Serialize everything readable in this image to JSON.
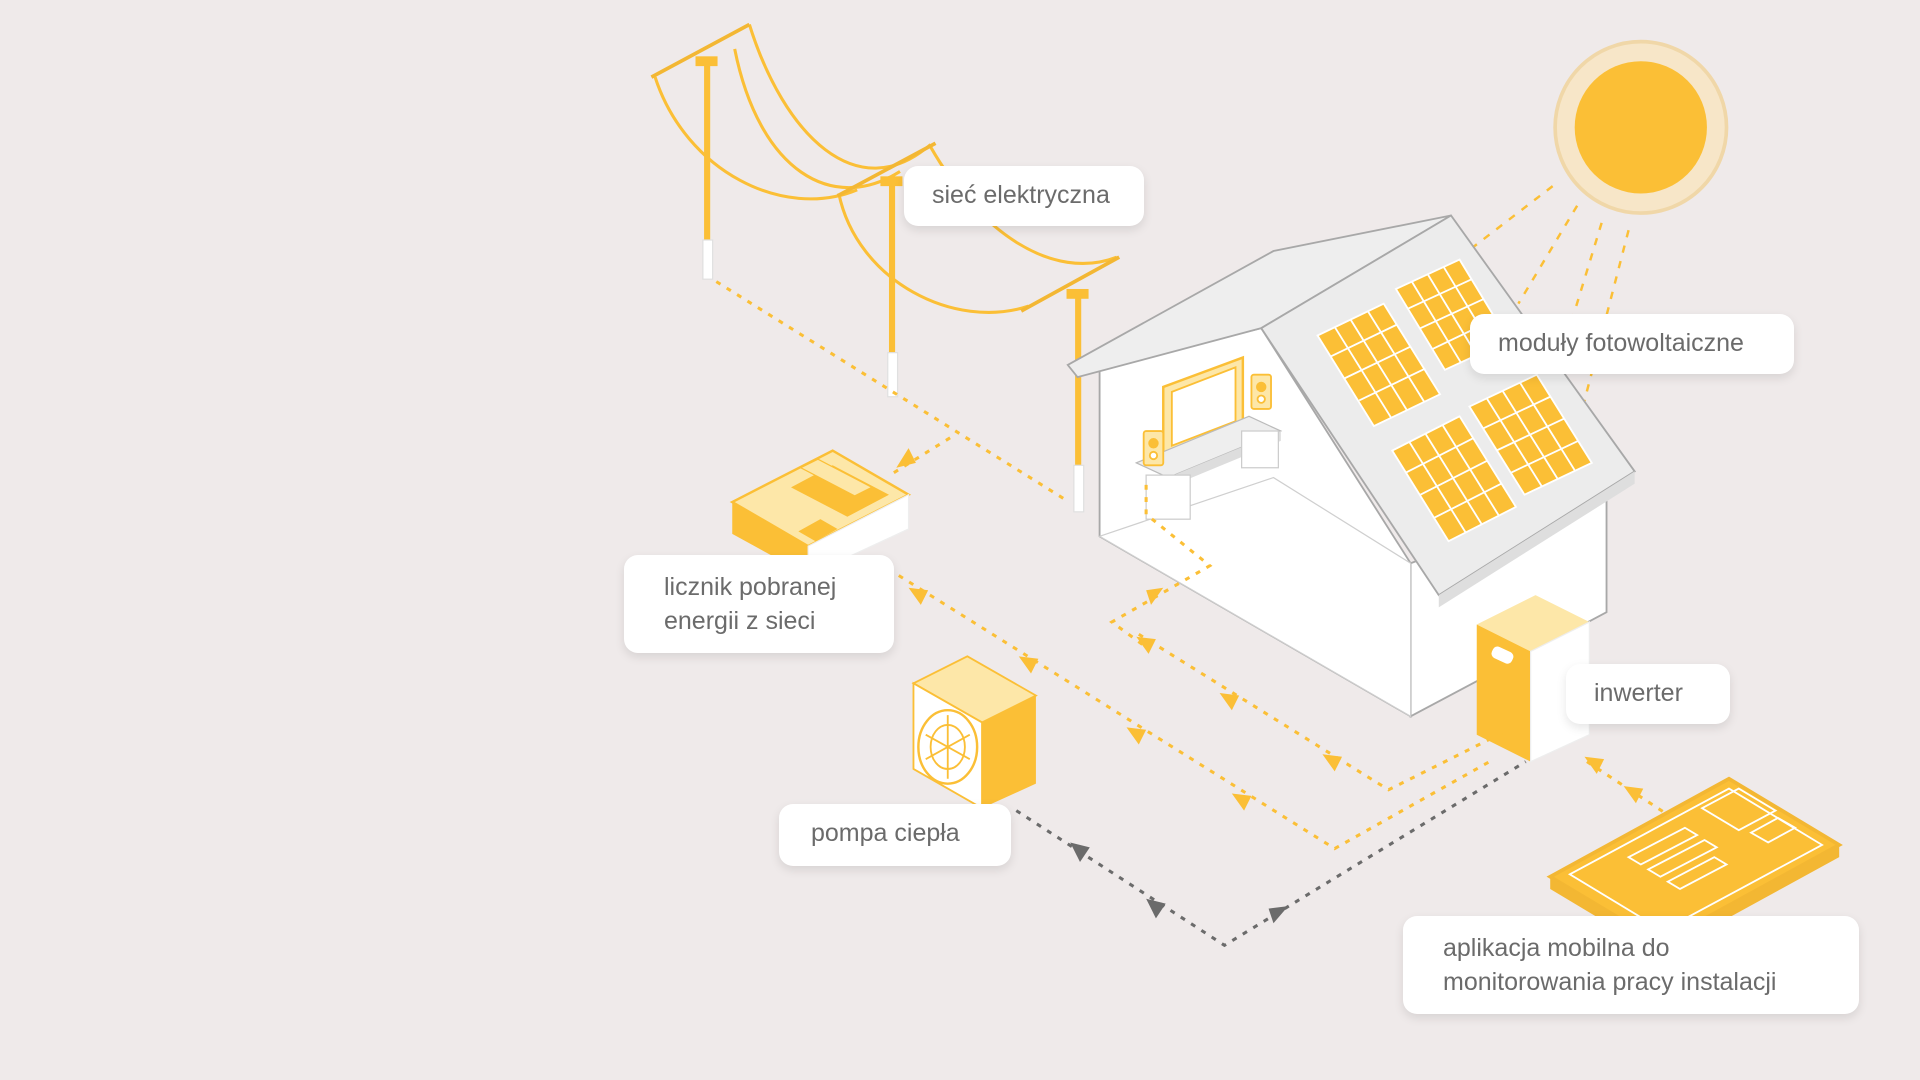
{
  "colors": {
    "background": "#efeaea",
    "accent": "#fbbf36",
    "accent_light": "#fde7a8",
    "outline": "#f3b733",
    "house_fill": "#ffffff",
    "house_stroke": "#9a9a9a",
    "roof": "#eeeeee",
    "dark_dots": "#6b6b6b",
    "label_text": "#6b6b6b"
  },
  "icons": {
    "sun": "sun-icon",
    "grid": "power-lines-icon",
    "meter": "energy-meter-icon",
    "heat_pump": "heat-pump-icon",
    "inverter": "inverter-icon",
    "phone": "mobile-phone-icon",
    "panels": "solar-panel-icon",
    "tv": "tv-icon",
    "speaker": "speaker-icon"
  },
  "labels": {
    "grid": "sieć elektryczna",
    "pv": "moduły fotowoltaiczne",
    "meter_line1": "licznik pobranej",
    "meter_line2": "energii z sieci",
    "inverter": "inwerter",
    "heat_pump": "pompa ciepła",
    "app_line1": "aplikacja mobilna do",
    "app_line2": "monitorowania pracy instalacji"
  }
}
